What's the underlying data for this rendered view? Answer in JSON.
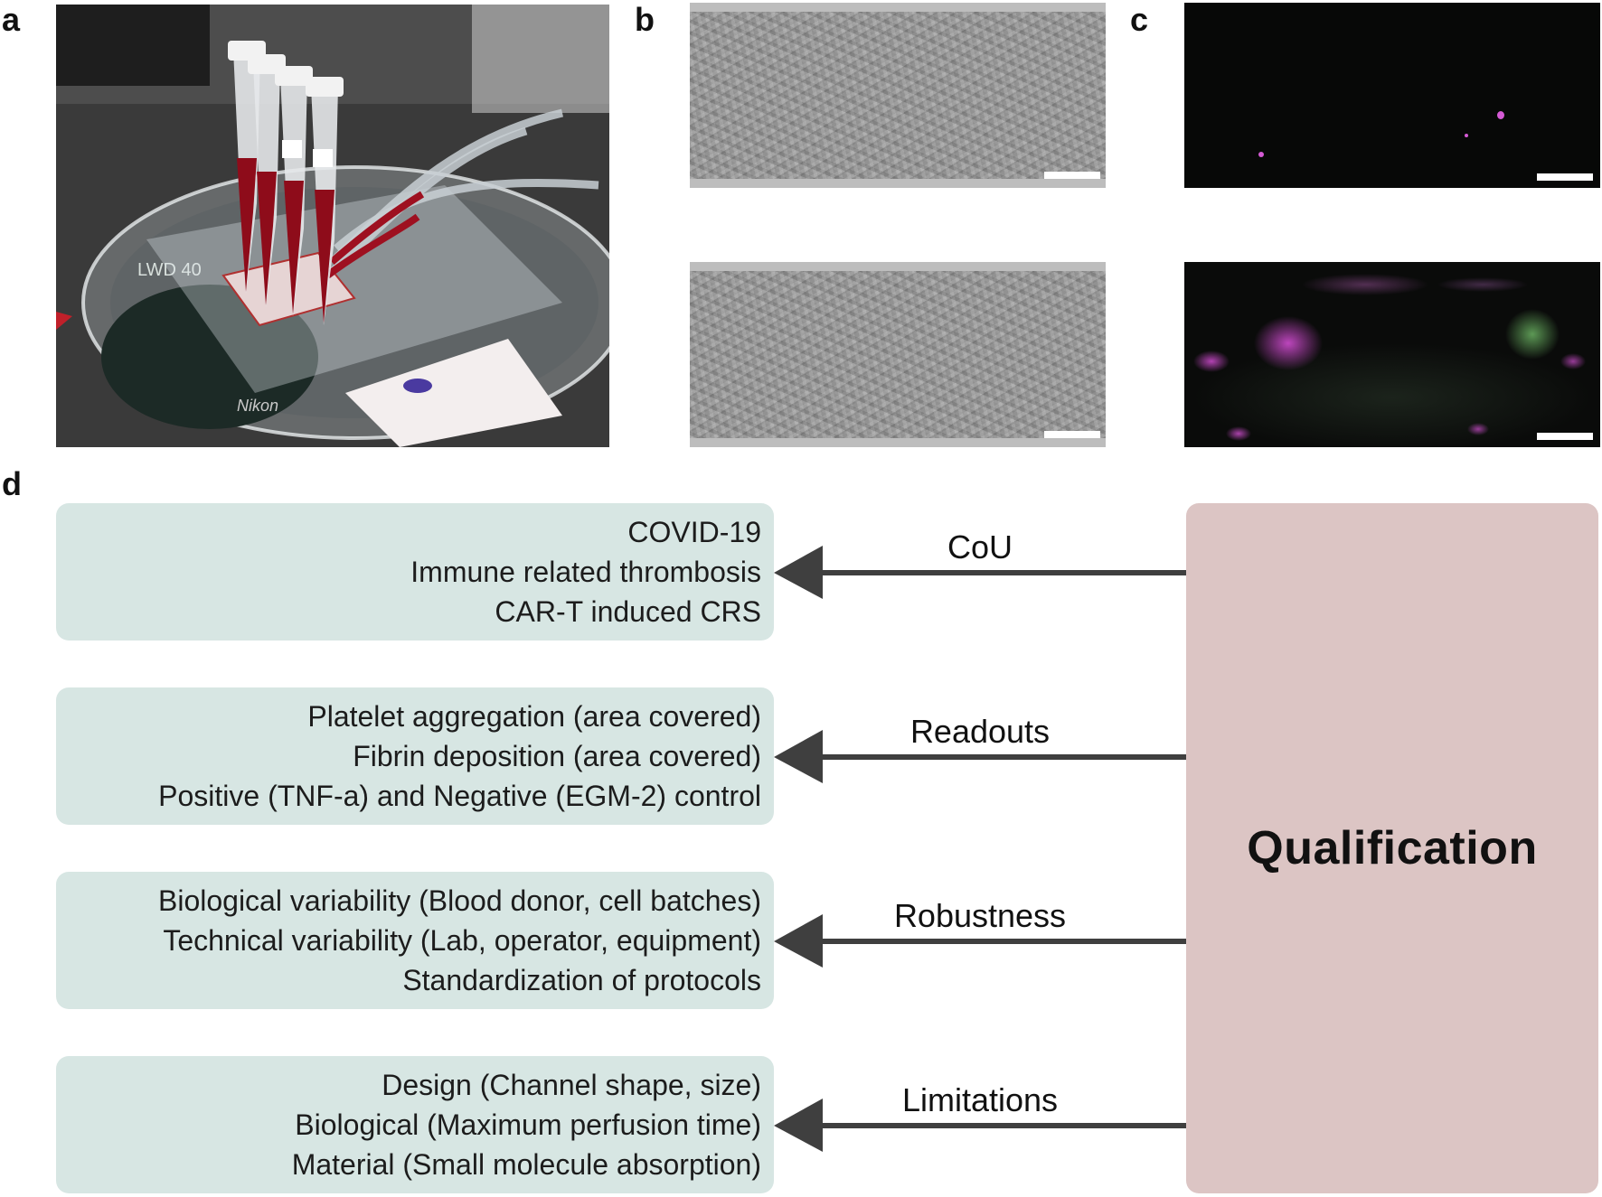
{
  "panels": {
    "a": "a",
    "b": "b",
    "c": "c",
    "d": "d"
  },
  "photo_labels": {
    "objective": "LWD 40",
    "brand": "Nikon"
  },
  "diagram": {
    "qualification": "Qualification",
    "rows": [
      {
        "arrow_label": "CoU",
        "lines": [
          "COVID-19",
          "Immune related thrombosis",
          "CAR-T induced CRS"
        ]
      },
      {
        "arrow_label": "Readouts",
        "lines": [
          "Platelet aggregation (area covered)",
          "Fibrin deposition (area covered)",
          "Positive (TNF-a) and Negative (EGM-2) control"
        ]
      },
      {
        "arrow_label": "Robustness",
        "lines": [
          "Biological variability (Blood donor, cell batches)",
          "Technical variability (Lab, operator, equipment)",
          "Standardization of protocols"
        ]
      },
      {
        "arrow_label": "Limitations",
        "lines": [
          "Design (Channel shape, size)",
          "Biological (Maximum perfusion time)",
          "Material (Small molecule absorption)"
        ]
      }
    ]
  },
  "colors": {
    "category_box": "#d7e6e3",
    "qualification_box": "#dcc5c4",
    "arrow": "#3f3f3f",
    "magenta_stain": "#d45ad4",
    "green_stain": "#78c86e"
  }
}
